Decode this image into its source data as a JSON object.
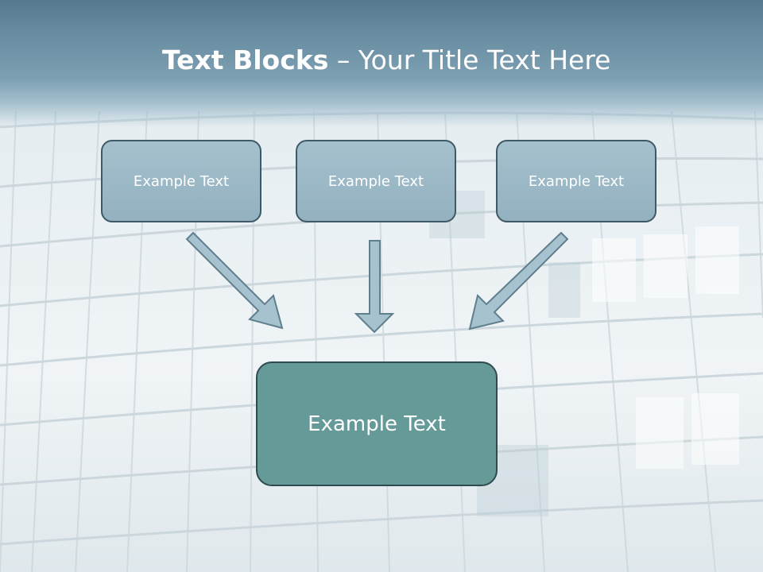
{
  "slide": {
    "title_bold": "Text Blocks",
    "title_rest": " – Your Title Text Here"
  },
  "blocks": [
    {
      "label": "Example Text"
    },
    {
      "label": "Example Text"
    },
    {
      "label": "Example Text"
    }
  ],
  "target": {
    "label": "Example Text"
  },
  "colors": {
    "title_bar": "#6a8ea2",
    "small_box_fill": "#9ab6c5",
    "small_box_border": "#3f5a66",
    "big_box_fill": "#669a99",
    "arrow_fill": "#a7c2cf",
    "arrow_stroke": "#5f7f8d"
  }
}
